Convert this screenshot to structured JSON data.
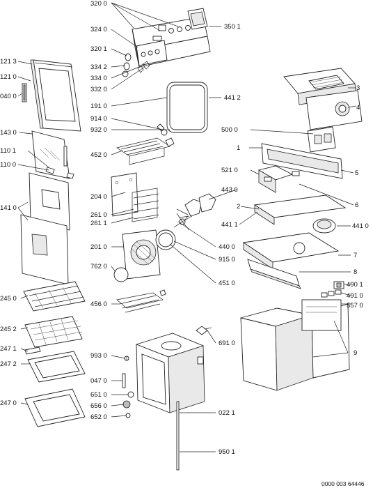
{
  "callouts": [
    "320 0",
    "350 1",
    "324 0",
    "320 1",
    "334 2",
    "334 0",
    "332 0",
    "121 3",
    "121 0",
    "040 0",
    "441 2",
    "191 0",
    "914 0",
    "932 0",
    "143 0",
    "110 1",
    "110 0",
    "452 0",
    "500 0",
    "1",
    "3",
    "4",
    "5",
    "521 0",
    "6",
    "443 0",
    "2",
    "204 0",
    "141 0",
    "261 0",
    "261 1",
    "441 1",
    "441 0",
    "440 0",
    "201 0",
    "915 0",
    "7",
    "762 0",
    "8",
    "451 0",
    "490 1",
    "491 0",
    "245 0",
    "456 0",
    "557 0",
    "245 2",
    "691 0",
    "9",
    "247 1",
    "993 0",
    "247 2",
    "047 0",
    "651 0",
    "247 0",
    "656 0",
    "022 1",
    "652 0",
    "950 1"
  ],
  "footer_code": "0000 003 64446"
}
